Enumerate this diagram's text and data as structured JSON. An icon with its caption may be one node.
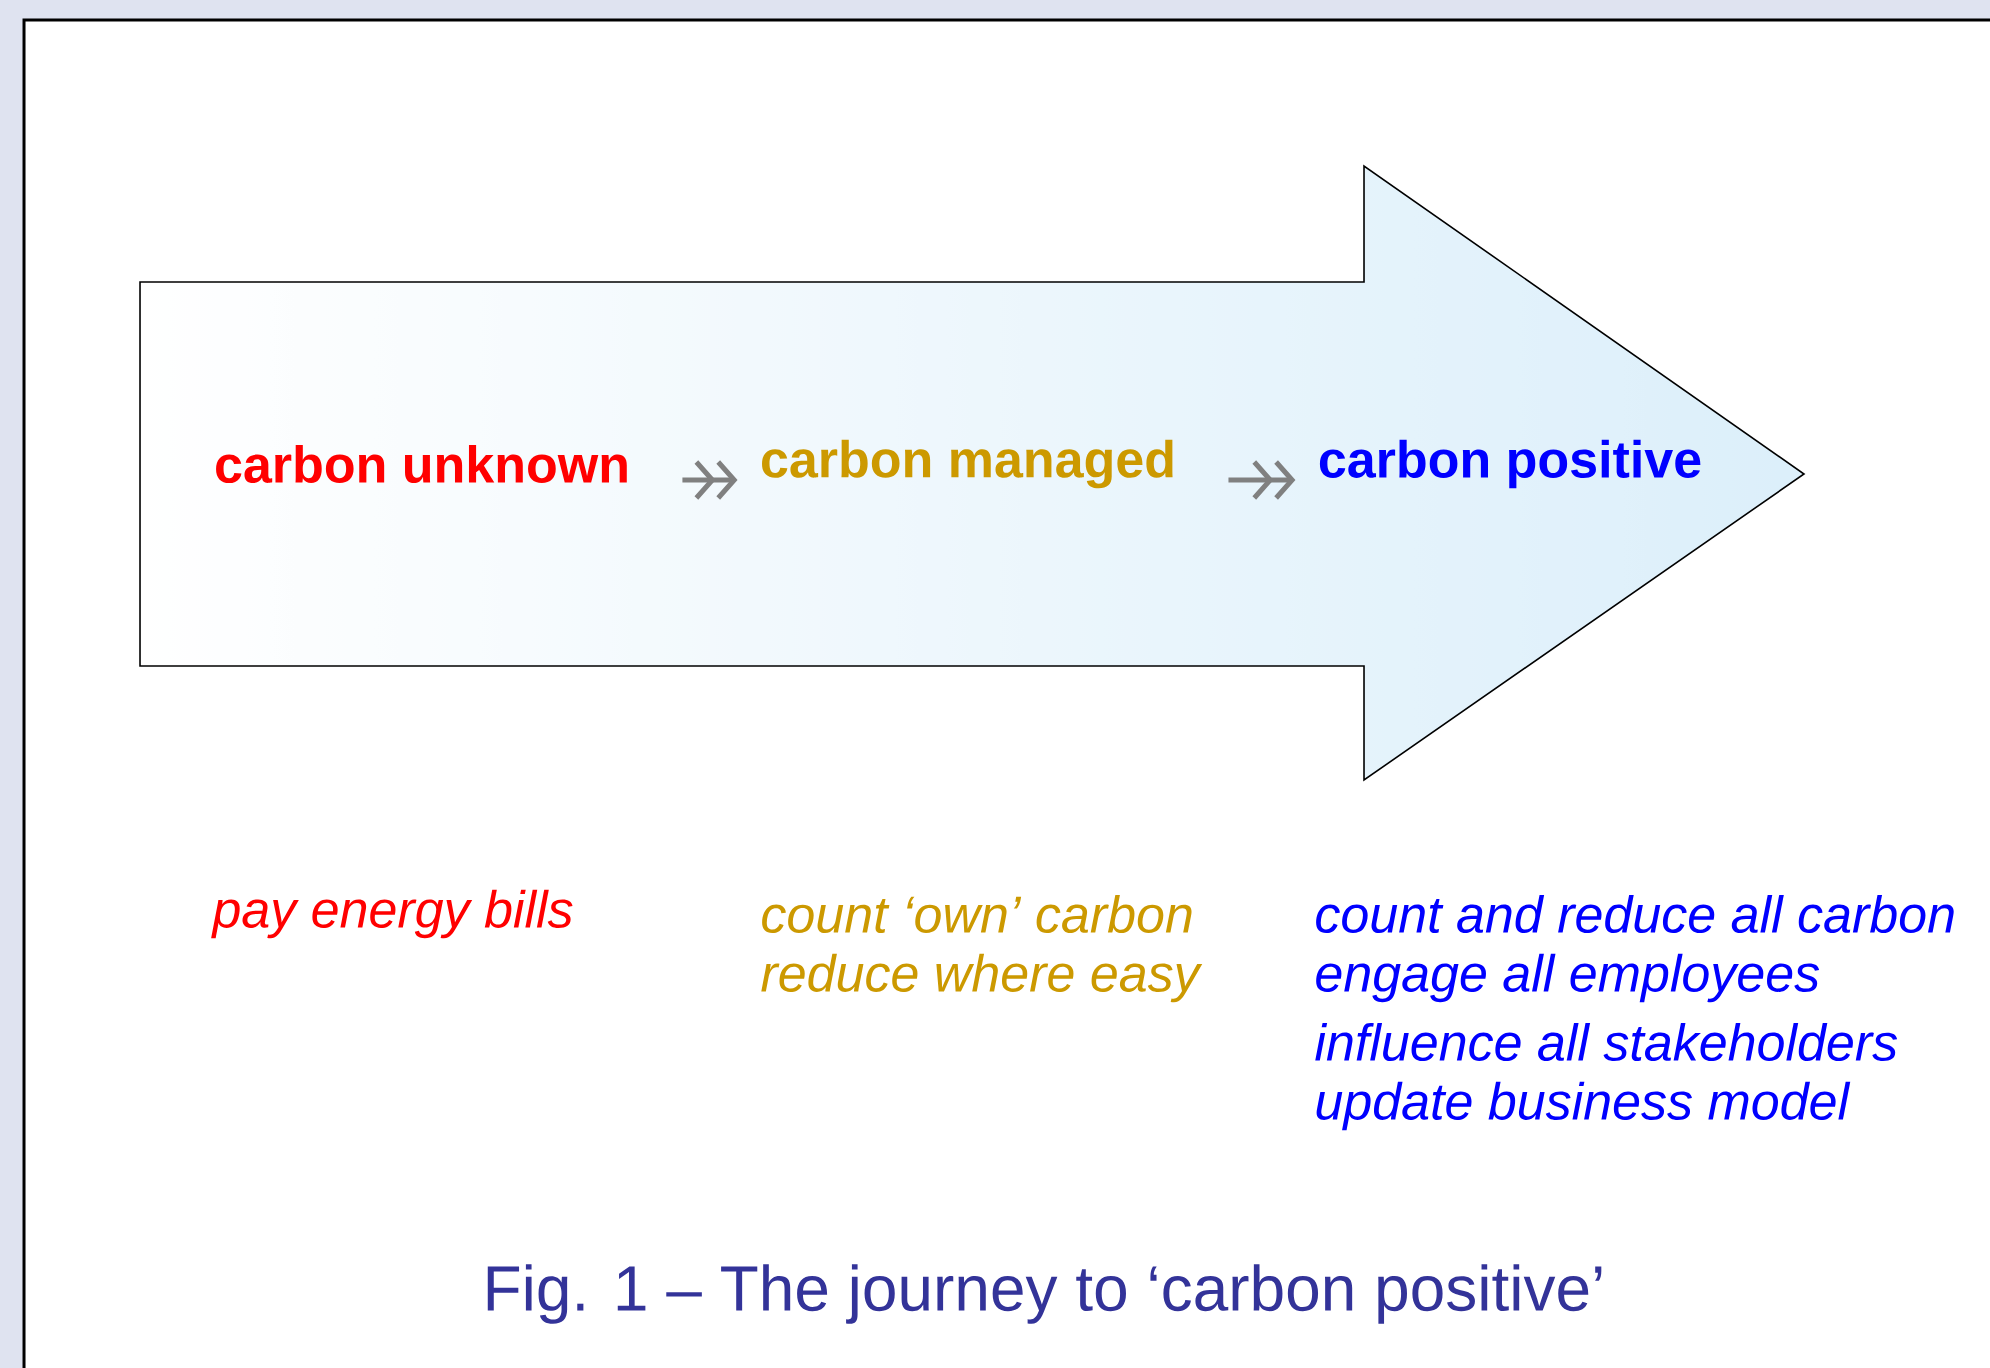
{
  "diagram": {
    "caption": "Fig. 1 – The journey to ‘carbon positive’",
    "nodes": [
      {
        "text": [],
        "shape": "arrow"
      },
      {
        "text": [
          "carbon unknown"
        ],
        "in": 0
      },
      {
        "text": [
          "carbon managed"
        ],
        "in": 0
      },
      {
        "text": [
          "carbon positive"
        ],
        "in": 0
      }
    ],
    "edges": [
      {
        "from": 1,
        "to": 2,
        "arrow": "to"
      },
      {
        "from": 2,
        "to": 3,
        "arrow": "to"
      }
    ],
    "labels": [
      "pay energy bills",
      "count ‘own’ carbon",
      "reduce where easy",
      "count and reduce all carbon",
      "engage all employees",
      "influence all stakeholders",
      "update business model"
    ]
  }
}
